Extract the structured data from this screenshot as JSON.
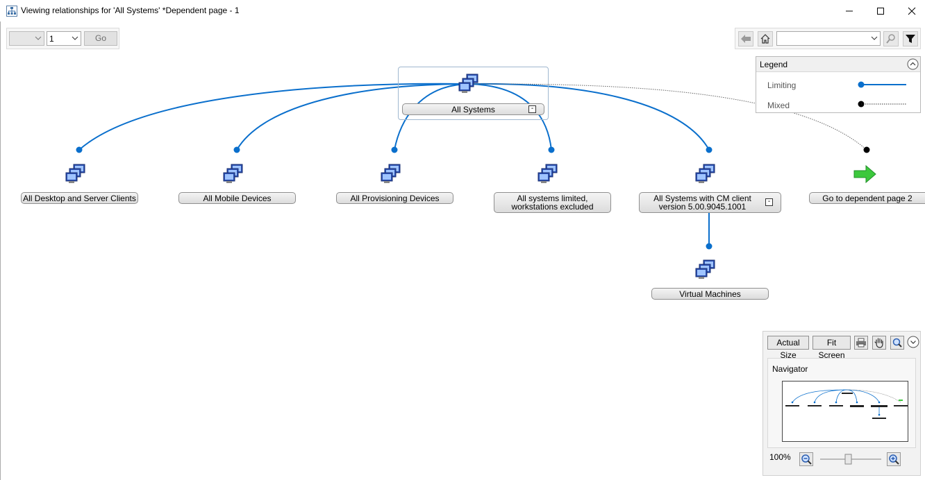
{
  "window": {
    "title": "Viewing relationships for 'All Systems'  *Dependent page - 1"
  },
  "page_nav": {
    "group_value": "",
    "page_value": "1",
    "go_label": "Go"
  },
  "toolbar": {
    "search_value": ""
  },
  "legend": {
    "title": "Legend",
    "items": [
      {
        "label": "Limiting",
        "style": "solid",
        "color": "#0a6fcc"
      },
      {
        "label": "Mixed",
        "style": "dotted",
        "color": "#000000"
      }
    ]
  },
  "graph": {
    "root": {
      "label": "All Systems",
      "collapse": "-"
    },
    "children": [
      {
        "label": "All Desktop and Server Clients"
      },
      {
        "label": "All Mobile Devices"
      },
      {
        "label": "All Provisioning Devices"
      },
      {
        "label_line1": "All systems limited,",
        "label_line2": "workstations excluded"
      },
      {
        "label_line1": "All Systems with CM client",
        "label_line2": "version 5.00.9045.1001",
        "collapse": "-"
      },
      {
        "label": "Go to dependent page 2"
      }
    ],
    "grandchild": {
      "label": "Virtual Machines"
    }
  },
  "zoom_panel": {
    "actual_size_label": "Actual Size",
    "fit_screen_label": "Fit Screen",
    "navigator_title": "Navigator",
    "zoom_level": "100%"
  },
  "colors": {
    "limiting_line": "#0a6fcc",
    "mixed_line": "#666666",
    "arrow_green": "#3cc83c"
  }
}
